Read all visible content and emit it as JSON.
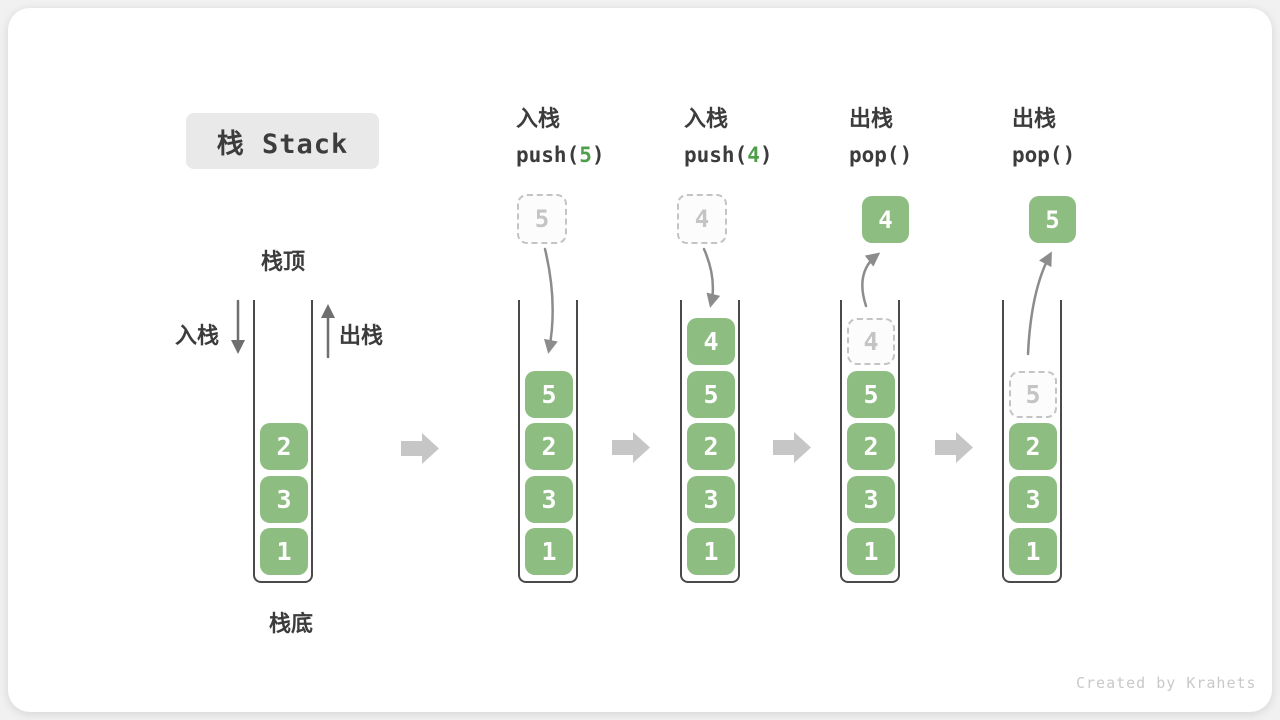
{
  "title": "栈 Stack",
  "watermark": "Created by Krahets",
  "labels": {
    "stack_top": "栈顶",
    "stack_bottom": "栈底",
    "push_side": "入栈",
    "pop_side": "出栈"
  },
  "initial_stack": {
    "items": [
      "2",
      "3",
      "1"
    ]
  },
  "steps": [
    {
      "op": "入栈",
      "code_pre": "push(",
      "code_arg": "5",
      "code_post": ")",
      "floating_value": "5",
      "floating_style": "dashed",
      "ghost_value": "",
      "items": [
        "5",
        "2",
        "3",
        "1"
      ]
    },
    {
      "op": "入栈",
      "code_pre": "push(",
      "code_arg": "4",
      "code_post": ")",
      "floating_value": "4",
      "floating_style": "dashed",
      "ghost_value": "",
      "items": [
        "4",
        "5",
        "2",
        "3",
        "1"
      ]
    },
    {
      "op": "出栈",
      "code_pre": "pop(",
      "code_arg": "",
      "code_post": ")",
      "floating_value": "4",
      "floating_style": "solid",
      "ghost_value": "4",
      "items": [
        "5",
        "2",
        "3",
        "1"
      ]
    },
    {
      "op": "出栈",
      "code_pre": "pop(",
      "code_arg": "",
      "code_post": ")",
      "floating_value": "5",
      "floating_style": "solid",
      "ghost_value": "5",
      "items": [
        "2",
        "3",
        "1"
      ]
    }
  ],
  "colors": {
    "page_bg": "#f1f1f1",
    "card_bg": "#ffffff",
    "title_bg": "#e9e9e9",
    "text_dark": "#3c3c3c",
    "box_green": "#8dbd81",
    "code_green": "#4f9e4a",
    "dash_gray": "#c4c4c4",
    "wall_gray": "#4a4a4a",
    "arrow_gray": "#8c8c8c",
    "side_arrow_gray": "#6f6f6f",
    "block_arrow_gray": "#c6c6c6",
    "watermark_gray": "#c9c9c9"
  }
}
